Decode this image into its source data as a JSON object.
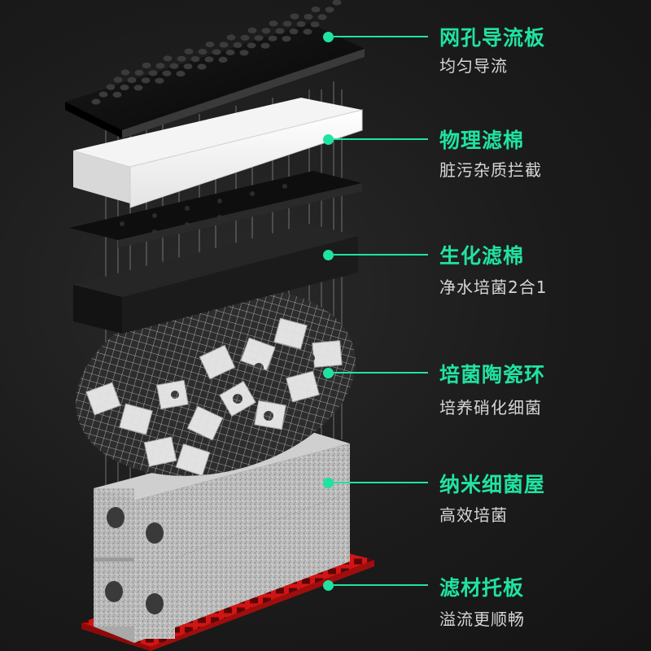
{
  "accent_color": "#20e3a0",
  "layers": [
    {
      "name": "perforated-plate",
      "title": "网孔导流板",
      "subtitle": "均匀导流"
    },
    {
      "name": "physical-sponge",
      "title": "物理滤棉",
      "subtitle": "脏污杂质拦截"
    },
    {
      "name": "bio-sponge",
      "title": "生化滤棉",
      "subtitle": "净水培菌2合1"
    },
    {
      "name": "ceramic-rings",
      "title": "培菌陶瓷环",
      "subtitle": "培养硝化细菌"
    },
    {
      "name": "nano-bacteria-house",
      "title": "纳米细菌屋",
      "subtitle": "高效培菌"
    },
    {
      "name": "support-tray",
      "title": "滤材托板",
      "subtitle": "溢流更顺畅"
    }
  ]
}
